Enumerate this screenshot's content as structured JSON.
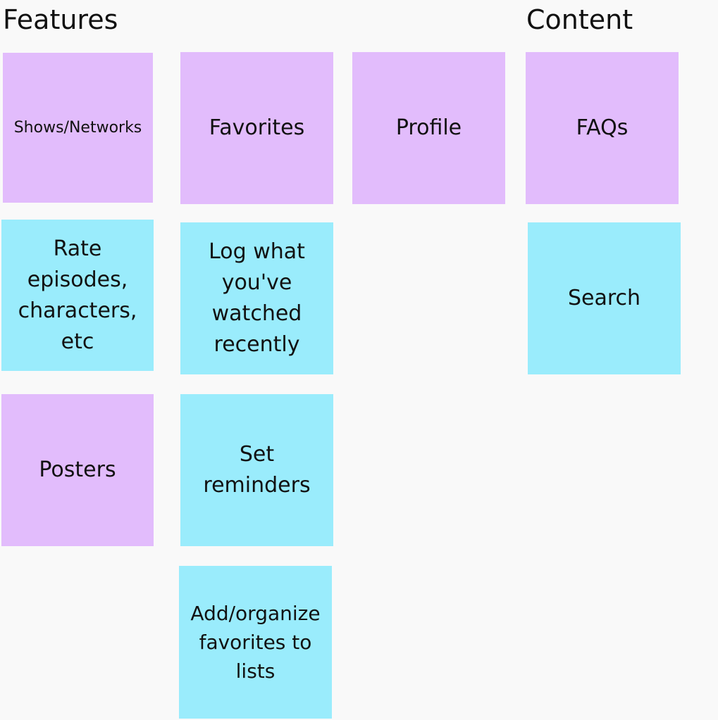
{
  "headings": {
    "features": "Features",
    "content": "Content"
  },
  "colors": {
    "background": "#f9f9f9",
    "sticky_purple": "#e2bcfc",
    "sticky_cyan": "#9aecfc",
    "text": "#111111"
  },
  "notes": {
    "shows_networks": "Shows/Networks",
    "favorites": "Favorites",
    "profile": "Profile",
    "faqs": "FAQs",
    "rate_episodes": "Rate episodes, characters, etc",
    "log_watched": "Log what you've watched recently",
    "search": "Search",
    "posters": "Posters",
    "set_reminders": "Set reminders",
    "add_organize": "Add/organize favorites to lists"
  }
}
